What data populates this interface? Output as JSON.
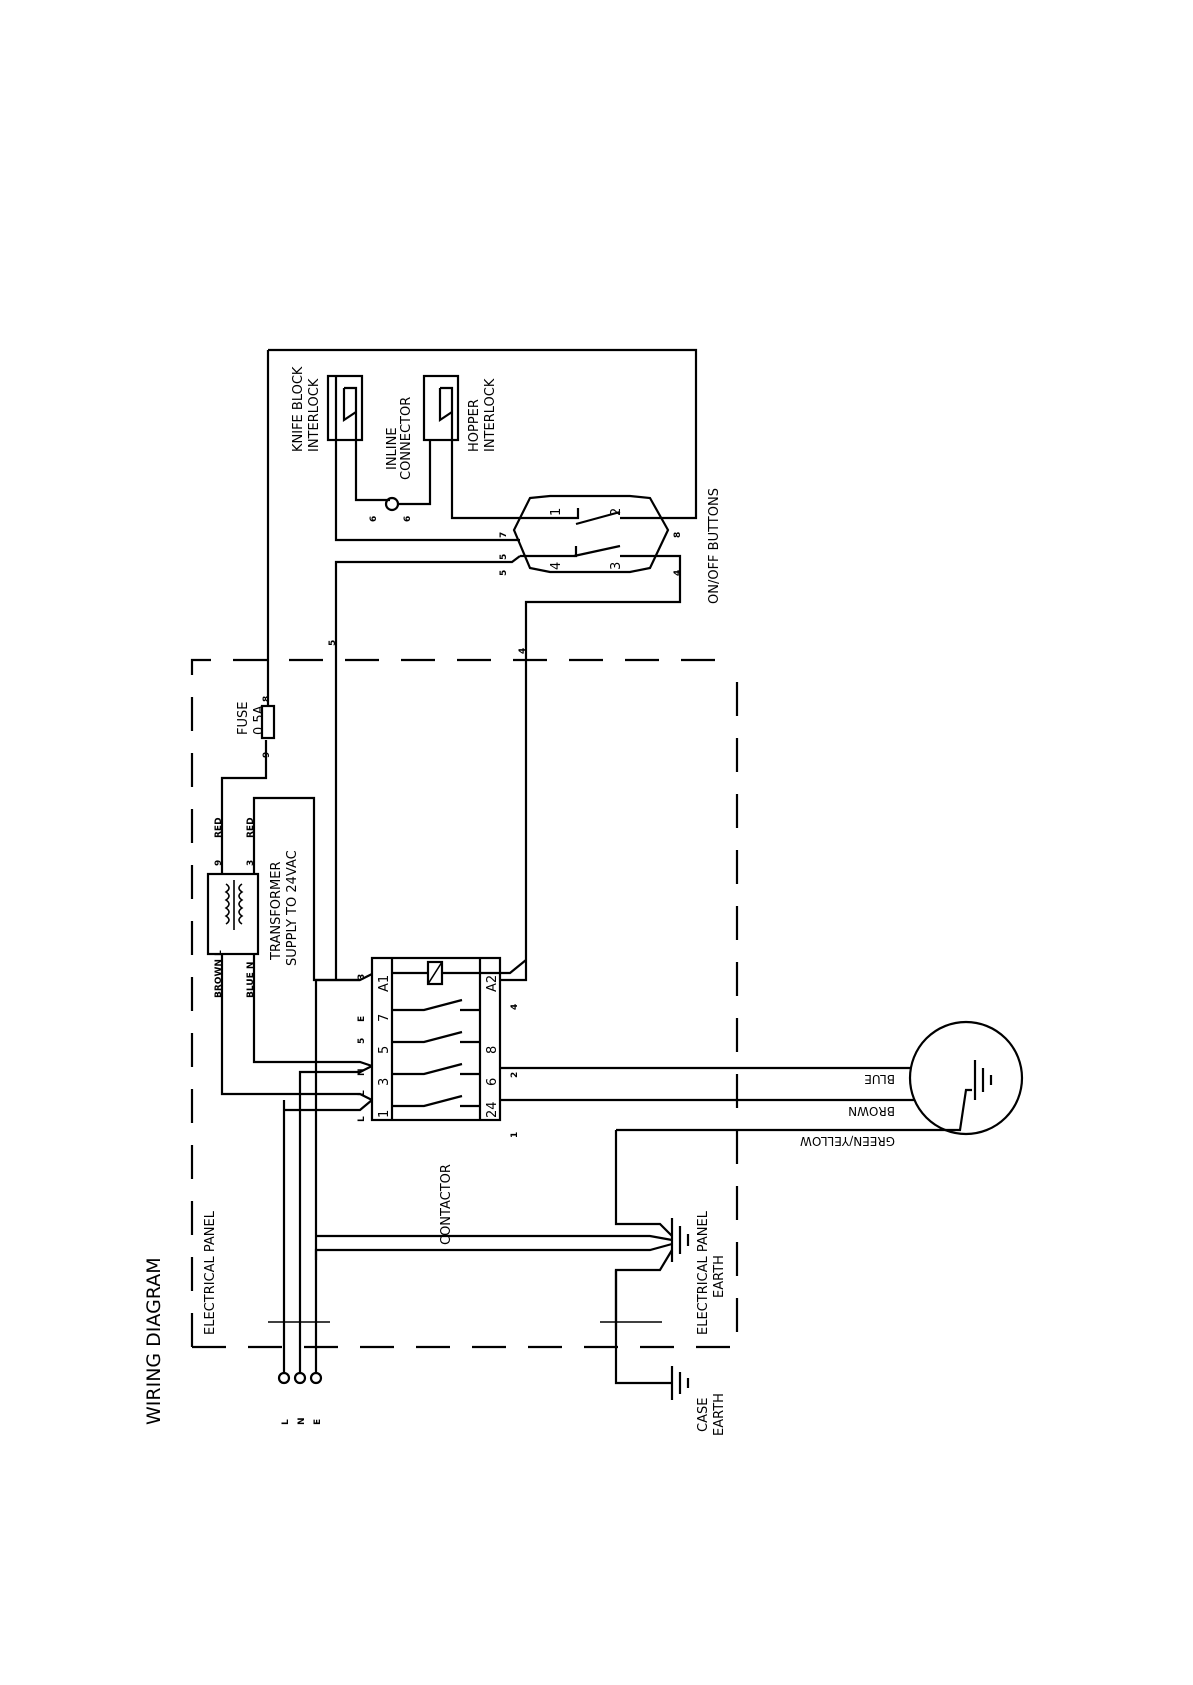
{
  "title": "WIRING DIAGRAM",
  "labels": {
    "electrical_panel": "ELECTRICAL  PANEL",
    "knife_block_1": "KNIFE  BLOCK",
    "knife_block_2": "INTERLOCK",
    "inline_1": "INLINE",
    "inline_2": "CONNECTOR",
    "hopper_1": "HOPPER",
    "hopper_2": "INTERLOCK",
    "onoff": "ON/OFF  BUTTONS",
    "fuse_1": "FUSE",
    "fuse_2": "0.5A",
    "transformer_1": "TRANSFORMER",
    "transformer_2": "SUPPLY TO 24VAC",
    "contactor": "CONTACTOR",
    "panel_earth_1": "ELECTRICAL  PANEL",
    "panel_earth_2": "EARTH",
    "case_earth_1": "CASE",
    "case_earth_2": "EARTH",
    "blue": "BLUE",
    "brown": "BROWN",
    "green_yellow": "GREEN/YELLOW",
    "brown_l": "BROWN  L",
    "blue_n": "BLUE  N",
    "red1": "RED",
    "red2": "RED"
  },
  "supply_terminals": [
    "L",
    "N",
    "E"
  ],
  "contactor_left_pins": [
    "A1",
    "7",
    "5",
    "3",
    "1"
  ],
  "contactor_right_pins": [
    "A2",
    "8",
    "6",
    "24"
  ],
  "terminal_labels_left": [
    "3",
    "E",
    "5",
    "N",
    "L",
    "L"
  ],
  "wire_numbers": {
    "fuse_in": "9",
    "fuse_out": "8",
    "tr_9": "9",
    "tr_3": "3",
    "w5": "5",
    "w4": "4",
    "ib_6a": "6",
    "ib_6b": "6",
    "ob_7": "7",
    "ob_5a": "5",
    "ob_5b": "5",
    "ob_4": "4",
    "ob_8": "8",
    "a2_4": "4",
    "c_2": "2",
    "c_1": "1",
    "term_5": "5",
    "term_E": "E",
    "term_N": "N",
    "term_L1": "L",
    "term_L2": "L",
    "term_3": "3"
  },
  "onoff_contacts": [
    "1",
    "2",
    "4",
    "3"
  ]
}
